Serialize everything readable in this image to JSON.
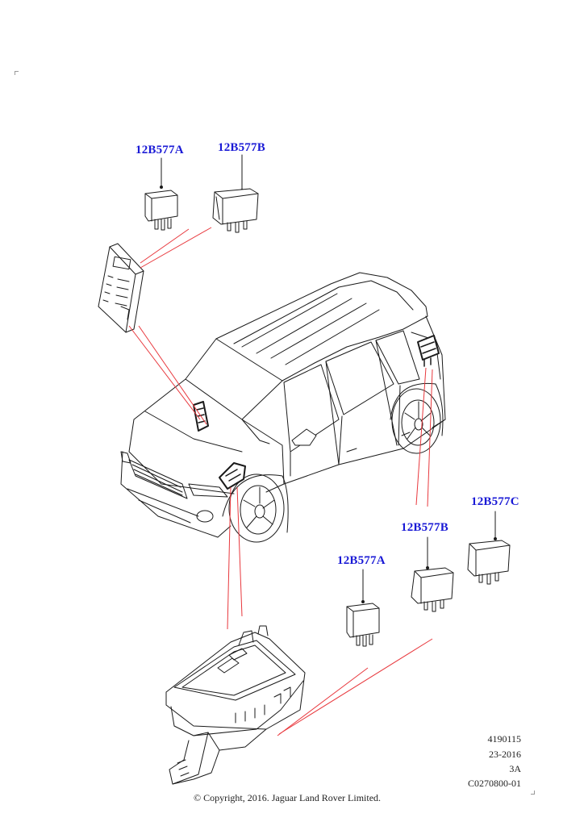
{
  "labels": {
    "relay_a_top": "12B577A",
    "relay_b_top": "12B577B",
    "relay_a_bottom": "12B577A",
    "relay_b_bottom": "12B577B",
    "relay_c_bottom": "12B577C"
  },
  "metadata": {
    "line1": "4190115",
    "line2": "23-2016",
    "line3": "3A",
    "line4": "C0270800-01"
  },
  "copyright": "© Copyright, 2016. Jaguar Land Rover Limited.",
  "colors": {
    "label": "#1a1ad6",
    "callout_line": "#e8383d",
    "drawing": "#1a1a1a"
  }
}
